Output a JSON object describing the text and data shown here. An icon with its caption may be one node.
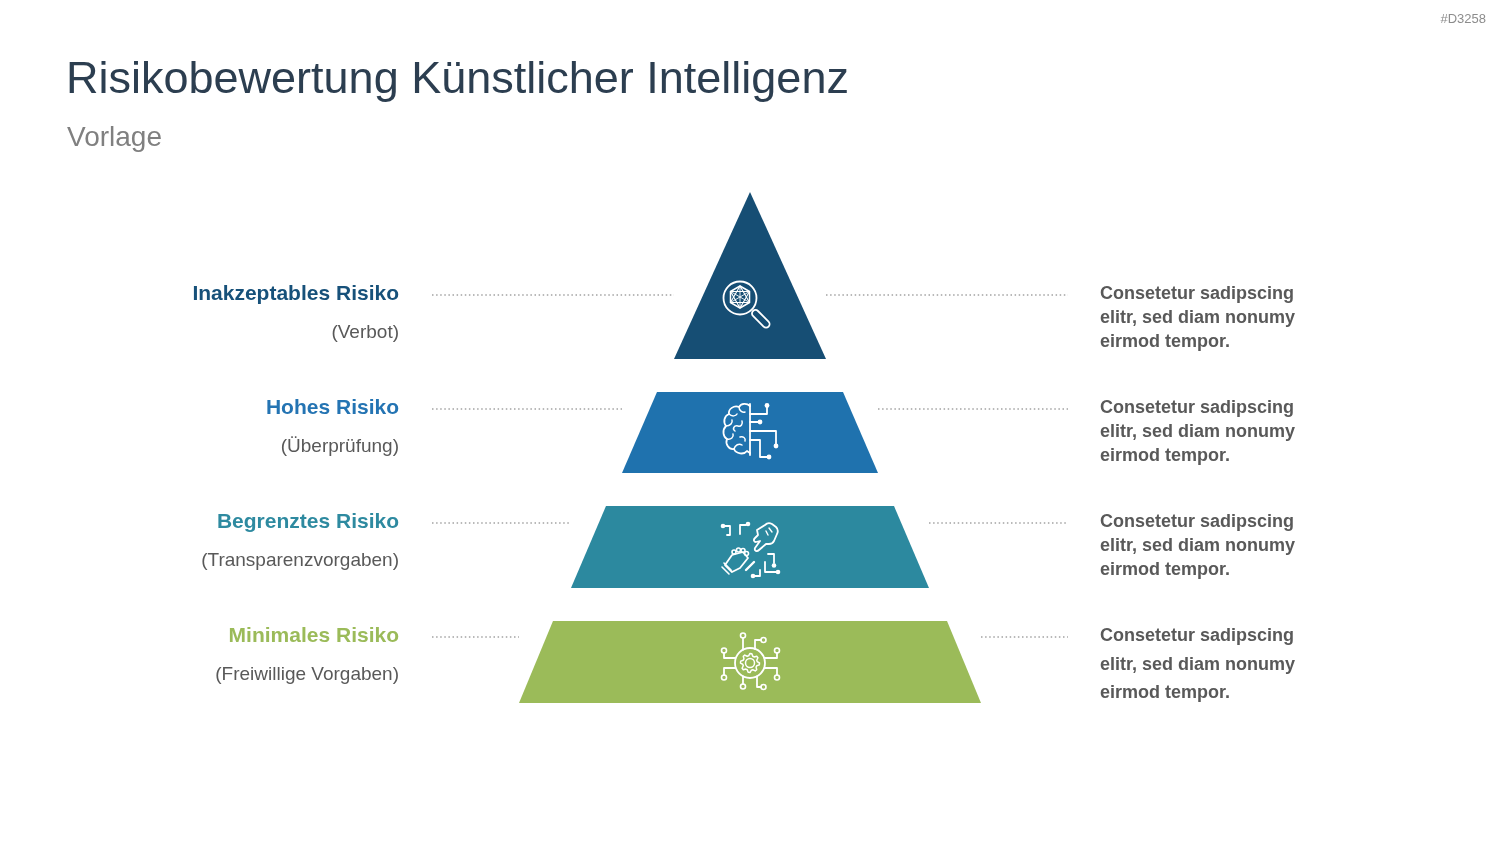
{
  "diagram": {
    "title": "Risikobewertung Künstlicher Intelligenz",
    "nodes": [
      {
        "text": [
          "Inakzeptables Risiko",
          "(Verbot)"
        ]
      },
      {
        "text": [],
        "shape": "triangle"
      },
      {
        "text": [
          "Consetetur sadipscing elitr, sed diam nonumy eirmod tempor."
        ]
      },
      {
        "text": [
          "Hohes Risiko",
          "(Überprüfung)"
        ]
      },
      {
        "text": [],
        "shape": "trapezoid"
      },
      {
        "text": [
          "Consetetur sadipscing elitr, sed diam nonumy eirmod tempor."
        ]
      },
      {
        "text": [
          "Begrenztes Risiko",
          "(Transparenzvorgaben)"
        ]
      },
      {
        "text": [],
        "shape": "trapezoid"
      },
      {
        "text": [
          "Consetetur sadipscing elitr, sed diam nonumy eirmod tempor."
        ]
      },
      {
        "text": [
          "Minimales Risiko",
          "(Freiwillige Vorgaben)"
        ]
      },
      {
        "text": [],
        "shape": "trapezoid"
      },
      {
        "text": [
          "Consetetur sadipscing elitr, sed diam nonumy eirmod tempor."
        ]
      }
    ],
    "edges": [
      {
        "from": 0,
        "to": 1,
        "arrow": "none",
        "style": "dashed"
      },
      {
        "from": 1,
        "to": 2,
        "arrow": "none",
        "style": "dashed"
      },
      {
        "from": 3,
        "to": 4,
        "arrow": "none",
        "style": "dashed"
      },
      {
        "from": 4,
        "to": 5,
        "arrow": "none",
        "style": "dashed"
      },
      {
        "from": 6,
        "to": 7,
        "arrow": "none",
        "style": "dashed"
      },
      {
        "from": 7,
        "to": 8,
        "arrow": "none",
        "style": "dashed"
      },
      {
        "from": 9,
        "to": 10,
        "arrow": "none",
        "style": "dashed"
      },
      {
        "from": 10,
        "to": 11,
        "arrow": "none",
        "style": "dashed"
      }
    ],
    "labels": [
      "#D3258",
      "Vorlage"
    ]
  }
}
